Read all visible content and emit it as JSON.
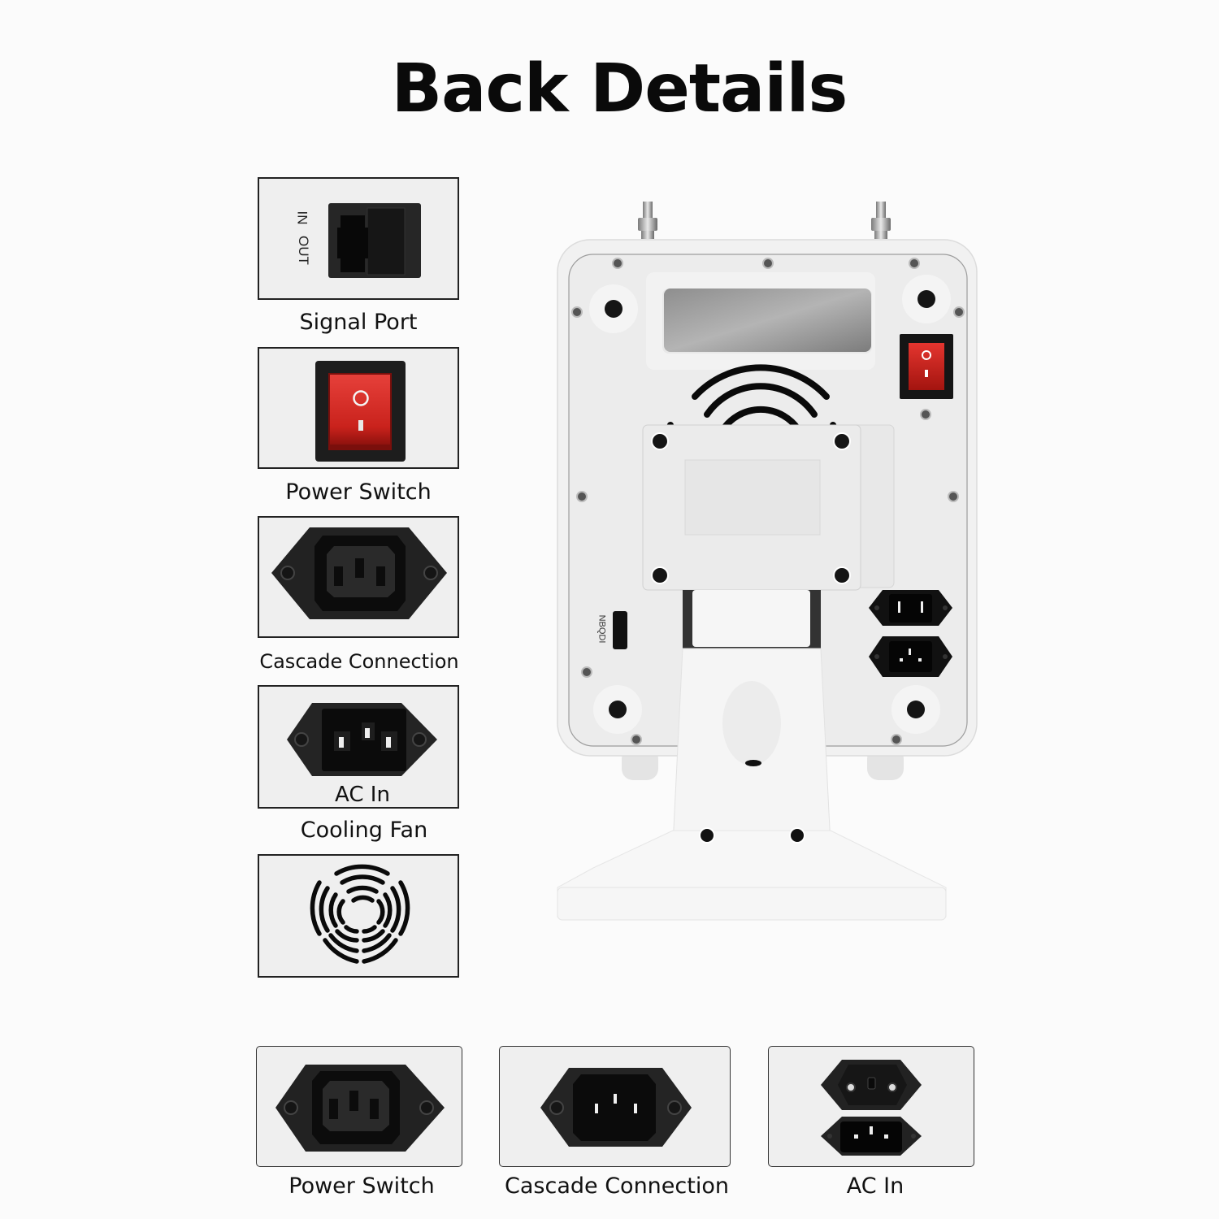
{
  "page": {
    "title": "Back Details",
    "background": "#fbfbfb"
  },
  "left_column": {
    "items": [
      {
        "id": "signal-port",
        "label": "Signal Port",
        "port_labels": [
          "IN",
          "OUT"
        ]
      },
      {
        "id": "power-switch",
        "label": "Power Switch",
        "switch_symbols": [
          "O",
          "I"
        ],
        "switch_color": "#d8231e"
      },
      {
        "id": "cascade-connection",
        "label": "Cascade Connection"
      },
      {
        "id": "ac-in",
        "label": "AC In"
      },
      {
        "id": "cooling-fan",
        "label": "Cooling Fan"
      }
    ]
  },
  "bottom_row": {
    "items": [
      {
        "id": "power-switch-bottom",
        "label": "Power Switch"
      },
      {
        "id": "cascade-connection-bottom",
        "label": "Cascade Connection"
      },
      {
        "id": "ac-in-bottom",
        "label": "AC In"
      }
    ]
  },
  "device": {
    "usb_label": "NBQDI",
    "switch_symbols": [
      "O",
      "I"
    ],
    "body_color": "#eeeeee",
    "accent_red": "#d8231e"
  }
}
